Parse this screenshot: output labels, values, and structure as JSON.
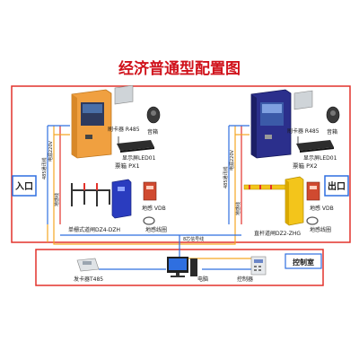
{
  "title": "经济普通型配置图",
  "labels": {
    "ticket_box_1": "票箱 PX1",
    "ticket_box_2": "票箱 PX2",
    "card_reader_1": "刷卡器 R485",
    "card_reader_2": "刷卡器 R485",
    "speaker_1": "音箱",
    "speaker_2": "音箱",
    "led_1": "显示屏LED01",
    "led_2": "显示屏LED01",
    "entrance": "入口",
    "exit": "出口",
    "fence_gate": "单栅式道闸DZ4-DZH",
    "straight_gate": "直杆道闸DZ2-ZHG",
    "vdb_1": "地感 VDB",
    "vdb_2": "地感 VDB",
    "coil_1": "地感线圈",
    "coil_2": "地感线圈",
    "control_room": "控制室",
    "card_issuer": "发卡器T485",
    "computer": "电脑",
    "controller": "控制器",
    "signal_line": "8芯信号线",
    "wire_l1": "485通讯线",
    "wire_l2": "电源220V",
    "wire_l3": "地感线",
    "wire_r1": "485通讯线",
    "wire_r2": "电源220V",
    "wire_r3": "地感线"
  },
  "colors": {
    "border_red": "#e2322b",
    "wire_blue": "#2f6fe0",
    "wire_orange": "#f5a623",
    "box_orange": "#f0a040",
    "box_blue": "#2b2f8c",
    "gate_blue": "#2a3cbf",
    "barrier_yellow": "#f3c51b",
    "title_red": "#d0121b"
  }
}
